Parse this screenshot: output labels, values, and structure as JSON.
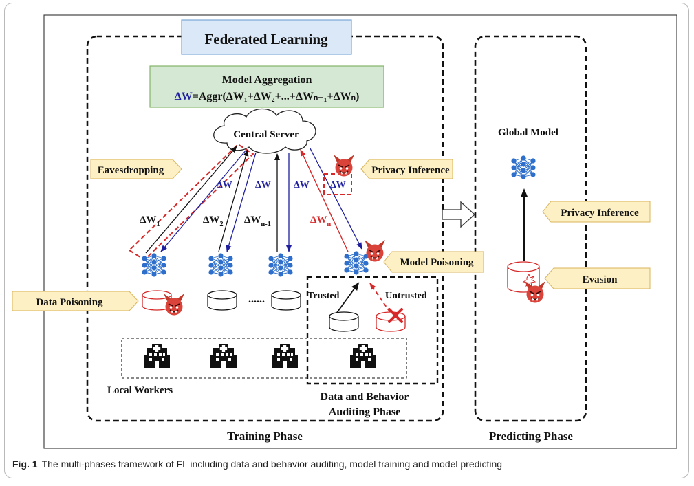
{
  "diagram": {
    "fl_title": "Federated Learning",
    "aggregation": {
      "title": "Model Aggregation",
      "formula_lhs": "ΔW",
      "formula_rhs": "=Aggr(ΔW₁+ΔW₂+...+ΔWₙ₋₁+ΔWₙ)"
    },
    "central_server": "Central Server",
    "global_model": "Global Model",
    "tags": {
      "eavesdropping": "Eavesdropping",
      "privacy_inference_train": "Privacy Inference",
      "model_poisoning": "Model Poisoning",
      "data_poisoning": "Data Poisoning",
      "privacy_inference_predict": "Privacy Inference",
      "evasion": "Evasion"
    },
    "updates": {
      "down": "ΔW",
      "dw1": "ΔW",
      "dw1_sub": "1",
      "dw2": "ΔW",
      "dw2_sub": "2",
      "dwn1": "ΔW",
      "dwn1_sub": "n-1",
      "dwn": "ΔW",
      "dwn_sub": "n"
    },
    "ellipsis": "......",
    "trusted": "Trusted",
    "untrusted": "Untrusted",
    "local_workers": "Local Workers",
    "auditing_phase_line1": "Data and Behavior",
    "auditing_phase_line2": "Auditing Phase",
    "training_phase": "Training Phase",
    "predicting_phase": "Predicting Phase"
  },
  "caption": {
    "label": "Fig. 1",
    "text": "The multi-phases framework of FL including data and behavior auditing, model training and model predicting"
  },
  "colors": {
    "attack_red": "#d62828",
    "update_blue": "#1f1f9e",
    "network_blue": "#2d6fcb",
    "tag_fill": "#fdf0c4",
    "fl_title_fill": "#dbe8f8",
    "aggregation_fill": "#d5e8d4"
  }
}
